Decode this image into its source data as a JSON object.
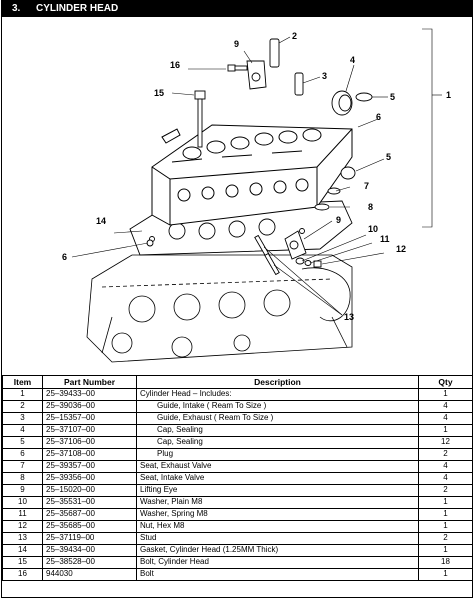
{
  "section": {
    "number": "3.",
    "title": "CYLINDER HEAD"
  },
  "callouts": [
    "1",
    "2",
    "3",
    "4",
    "5",
    "5",
    "6",
    "6",
    "7",
    "8",
    "9",
    "9",
    "10",
    "11",
    "12",
    "13",
    "14",
    "15",
    "16"
  ],
  "table": {
    "headers": {
      "item": "Item",
      "part_number": "Part Number",
      "description": "Description",
      "qty": "Qty"
    },
    "rows": [
      {
        "item": "1",
        "part": "25–39433–00",
        "desc": "Cylinder Head – Includes:",
        "qty": "1",
        "indent": false
      },
      {
        "item": "2",
        "part": "25–39036–00",
        "desc": "Guide, Intake ( Ream To Size )",
        "qty": "4",
        "indent": true
      },
      {
        "item": "3",
        "part": "25–15357–00",
        "desc": "Guide, Exhaust ( Ream To Size )",
        "qty": "4",
        "indent": true
      },
      {
        "item": "4",
        "part": "25–37107–00",
        "desc": "Cap, Sealing",
        "qty": "1",
        "indent": true
      },
      {
        "item": "5",
        "part": "25–37106–00",
        "desc": "Cap, Sealing",
        "qty": "12",
        "indent": true
      },
      {
        "item": "6",
        "part": "25–37108–00",
        "desc": "Plug",
        "qty": "2",
        "indent": true
      },
      {
        "item": "7",
        "part": "25–39357–00",
        "desc": "Seat, Exhaust Valve",
        "qty": "4",
        "indent": false
      },
      {
        "item": "8",
        "part": "25–39356–00",
        "desc": "Seat, Intake Valve",
        "qty": "4",
        "indent": false
      },
      {
        "item": "9",
        "part": "25–15020–00",
        "desc": "Lifting Eye",
        "qty": "2",
        "indent": false
      },
      {
        "item": "10",
        "part": "25–35531–00",
        "desc": "Washer, Plain M8",
        "qty": "1",
        "indent": false
      },
      {
        "item": "11",
        "part": "25–35687–00",
        "desc": "Washer, Spring M8",
        "qty": "1",
        "indent": false
      },
      {
        "item": "12",
        "part": "25–35685–00",
        "desc": "Nut, Hex M8",
        "qty": "1",
        "indent": false
      },
      {
        "item": "13",
        "part": "25–37119–00",
        "desc": "Stud",
        "qty": "2",
        "indent": false
      },
      {
        "item": "14",
        "part": "25–39434–00",
        "desc": "Gasket, Cylinder Head (1.25MM Thick)",
        "qty": "1",
        "indent": false
      },
      {
        "item": "15",
        "part": "25–38528–00",
        "desc": "Bolt, Cylinder Head",
        "qty": "18",
        "indent": false
      },
      {
        "item": "16",
        "part": "944030",
        "desc": "Bolt",
        "qty": "1",
        "indent": false
      }
    ]
  }
}
